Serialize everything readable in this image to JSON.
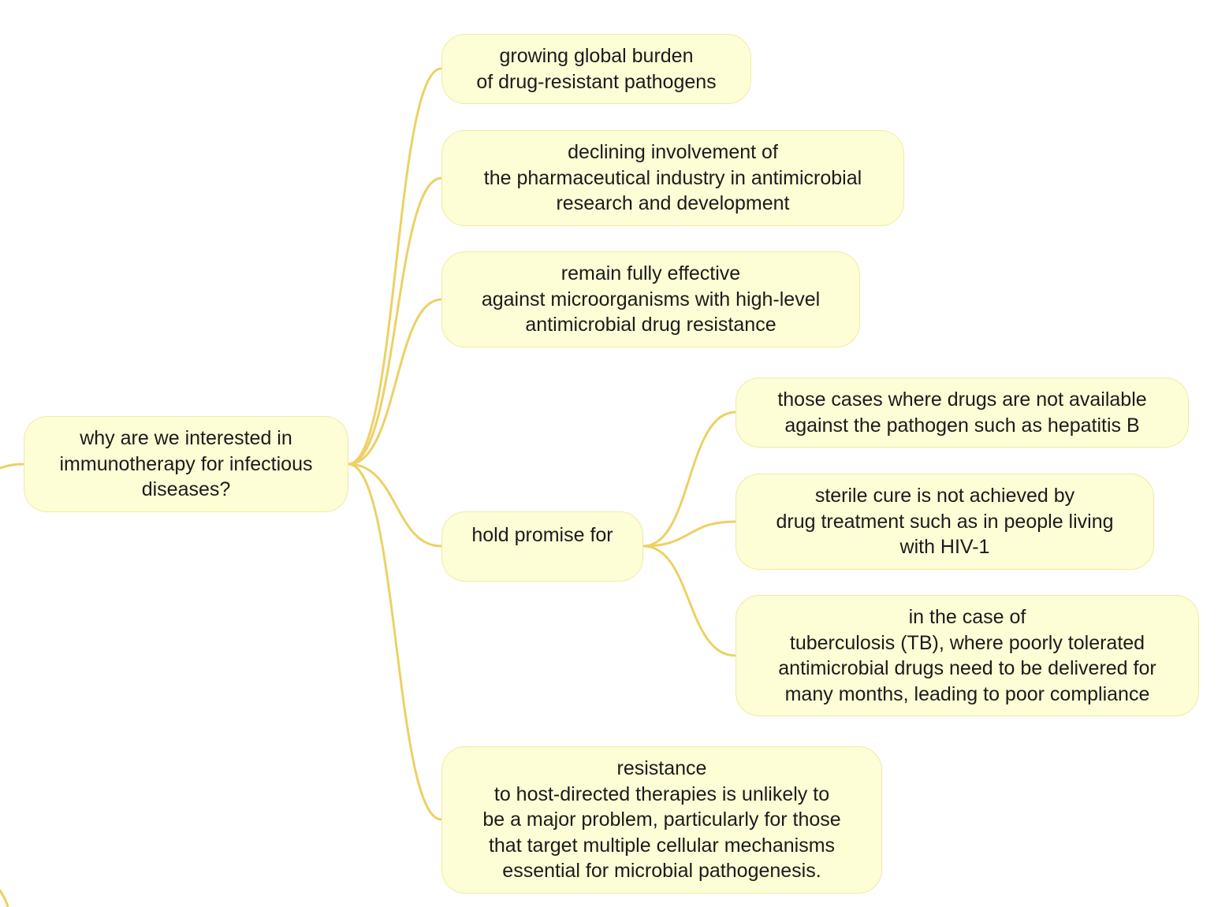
{
  "mindmap": {
    "root": {
      "label": "why are we interested in\nimmunotherapy for infectious\ndiseases?"
    },
    "branches": [
      {
        "label": "growing global burden\nof drug-resistant pathogens"
      },
      {
        "label": "declining involvement of\nthe pharmaceutical industry in antimicrobial\nresearch and development"
      },
      {
        "label": "remain fully effective\nagainst microorganisms with high-level\nantimicrobial drug resistance"
      },
      {
        "label": "hold promise for",
        "children": [
          {
            "label": "those cases where drugs are not available\nagainst the pathogen such as hepatitis B"
          },
          {
            "label": "sterile cure is not achieved by\ndrug treatment such as in people living\nwith HIV-1"
          },
          {
            "label": "in the case of\ntuberculosis (TB), where poorly tolerated\nantimicrobial drugs need to be delivered for\nmany months, leading to poor compliance"
          }
        ]
      },
      {
        "label": "resistance\nto host-directed therapies is unlikely to\nbe a major problem, particularly for those\nthat target multiple cellular mechanisms\nessential for microbial pathogenesis."
      }
    ]
  },
  "colors": {
    "node_fill": "#fdfdd6",
    "node_border": "#f1eba4",
    "connector": "#ecd165",
    "text": "#1b1b1b"
  }
}
